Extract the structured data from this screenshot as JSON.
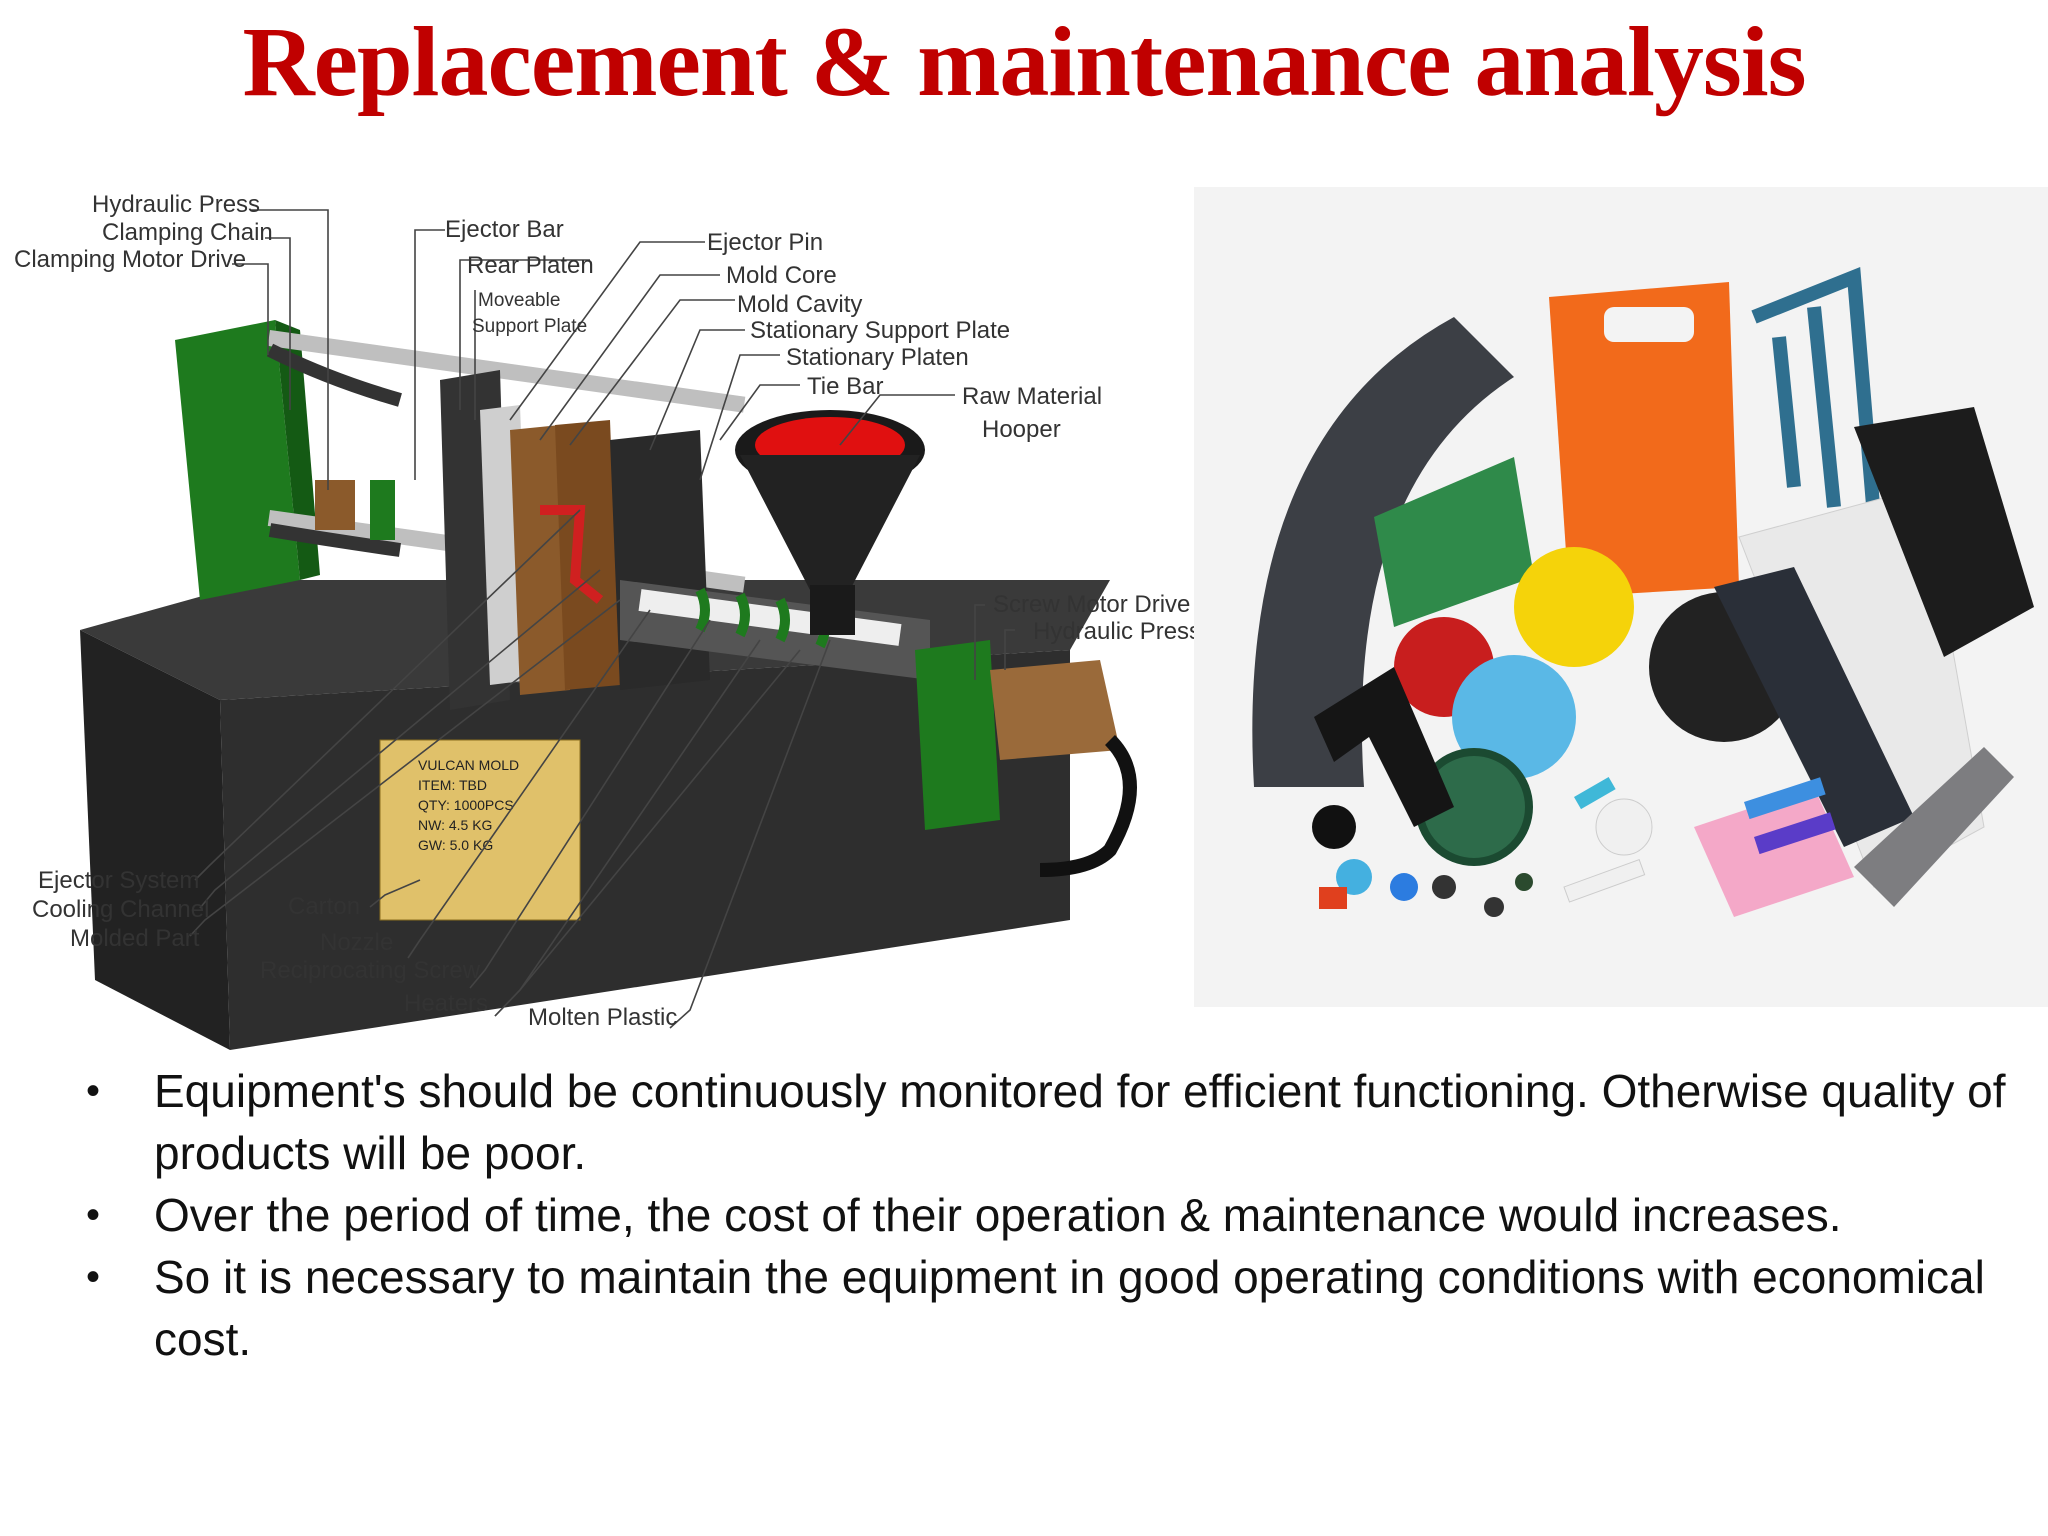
{
  "title": "Replacement & maintenance analysis",
  "diagram": {
    "labels": {
      "hydraulic_press_top": "Hydraulic Press",
      "clamping_chain": "Clamping Chain",
      "clamping_motor_drive": "Clamping Motor Drive",
      "ejector_bar": "Ejector Bar",
      "rear_platen": "Rear Platen",
      "moveable_1": "Moveable",
      "moveable_2": "Support Plate",
      "ejector_pin": "Ejector Pin",
      "mold_core": "Mold Core",
      "mold_cavity": "Mold Cavity",
      "stationary_support_plate": "Stationary Support Plate",
      "stationary_platen": "Stationary Platen",
      "tie_bar": "Tie Bar",
      "raw_material": "Raw Material",
      "hooper": "Hooper",
      "screw_motor_drive": "Screw Motor Drive",
      "hydraulic_press_right": "Hydraulic Press",
      "ejector_system": "Ejector System",
      "cooling_channel": "Cooling Channel",
      "molded_part": "Molded Part",
      "carton": "Carton",
      "nozzle": "Nozzle",
      "reciprocating_screw": "Reciprocating Screw",
      "heaters": "Heaters",
      "molten_plastic": "Molten Plastic"
    },
    "carton_text": [
      "VULCAN MOLD",
      "ITEM: TBD",
      "QTY: 1000PCS",
      "NW: 4.5 KG",
      "GW: 5.0 KG"
    ]
  },
  "bullets": [
    "Equipment's should be continuously monitored for efficient functioning. Otherwise quality of products will be poor.",
    "Over the period of time, the cost of their operation & maintenance would increases.",
    "So it is necessary to maintain the equipment in good operating conditions with economical cost."
  ],
  "colors": {
    "title": "#c00000",
    "machine_green": "#1e7a1e",
    "machine_body": "#2b2b2b",
    "mold_brown": "#8b5a2b",
    "hopper_fill": "#e01010"
  }
}
